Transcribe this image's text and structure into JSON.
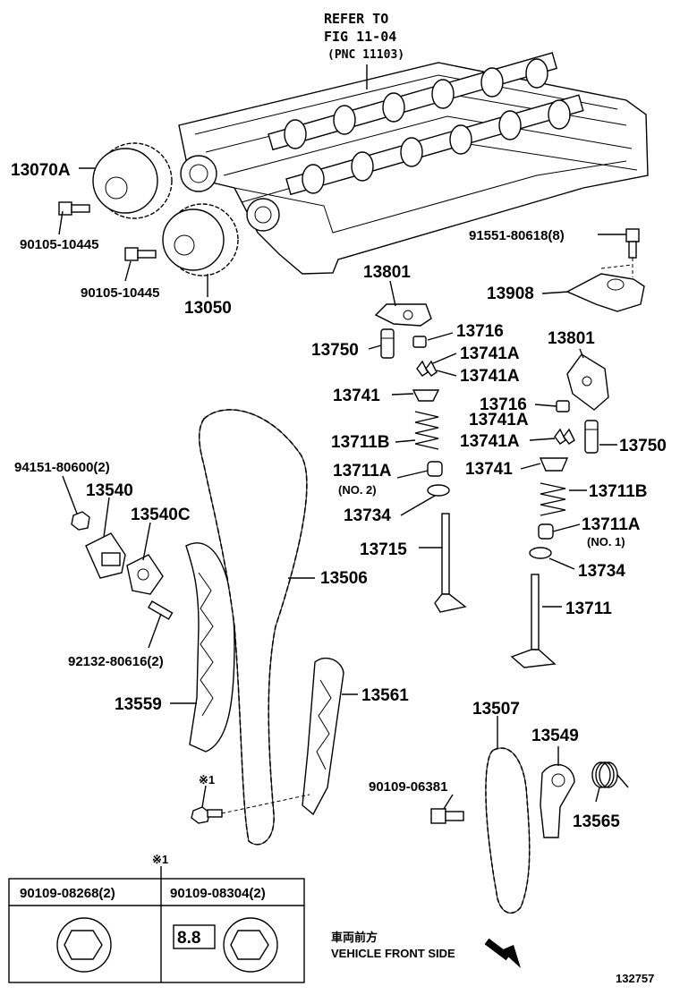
{
  "reference": {
    "line1": "REFER TO",
    "line2": "FIG 11-04",
    "line3": "(PNC 11103)"
  },
  "labels": {
    "p13070A": "13070A",
    "p90105_a": "90105-10445",
    "p90105_b": "90105-10445",
    "p13050": "13050",
    "p91551": "91551-80618(8)",
    "p13908": "13908",
    "p13801_a": "13801",
    "p13716_a": "13716",
    "p13750_a": "13750",
    "p13741A_a": "13741A",
    "p13741A_b": "13741A",
    "p13741_a": "13741",
    "p13711B_a": "13711B",
    "p13711A_a": "13711A",
    "p13711A_a_note": "(NO. 2)",
    "p13734_a": "13734",
    "p13715": "13715",
    "p13801_b": "13801",
    "p13716_b": "13716",
    "p13741A_c": "13741A",
    "p13741A_d": "13741A",
    "p13750_b": "13750",
    "p13741_b": "13741",
    "p13711B_b": "13711B",
    "p13711A_b": "13711A",
    "p13711A_b_note": "(NO. 1)",
    "p13734_b": "13734",
    "p13711": "13711",
    "p94151": "94151-80600(2)",
    "p13540": "13540",
    "p13540C": "13540C",
    "p13506": "13506",
    "p92132": "92132-80616(2)",
    "p13559": "13559",
    "p13561": "13561",
    "p13507": "13507",
    "p13549": "13549",
    "p90109_06381": "90109-06381",
    "p13565": "13565",
    "note_mark": "※1"
  },
  "bolt_table": {
    "mark": "※1",
    "col1": "90109-08268(2)",
    "col2": "90109-08304(2)",
    "grade": "8.8"
  },
  "direction": {
    "japanese": "車両前方",
    "english": "VEHICLE FRONT SIDE"
  },
  "diagram_id": "132757"
}
